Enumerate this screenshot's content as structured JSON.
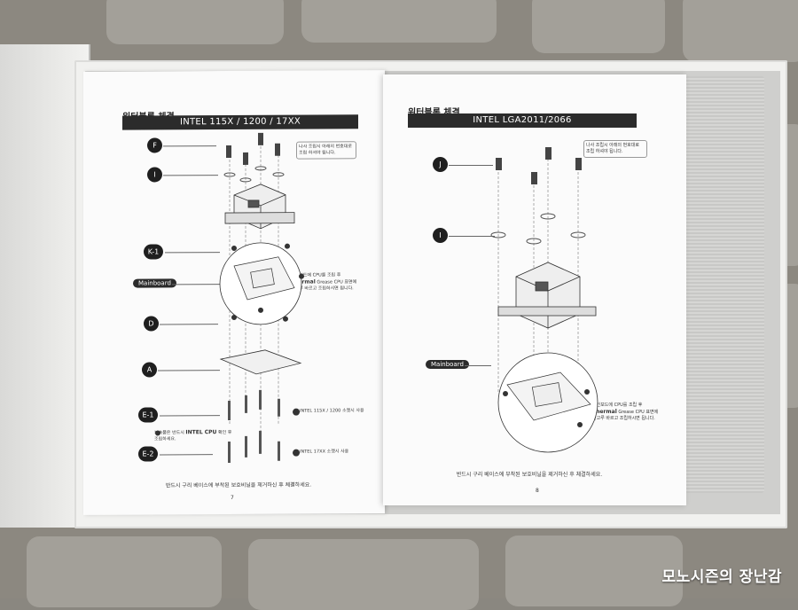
{
  "left_page": {
    "heading": "워터블록 체결",
    "banner": "INTEL 115X / 1200 / 17XX",
    "steps": [
      "F",
      "I",
      "K-1",
      "D",
      "A",
      "E-1",
      "E-2"
    ],
    "mainboard_tag": "Mainboard",
    "note_thermal_pre": "메인보드에 CPU를 조립 후",
    "note_thermal_bold": "Thermal",
    "note_thermal_post": "Grease CPU 표면에 골고루 바르고 조립하시면 됩니다.",
    "note_e1": "INTEL 115X / 1200 소켓시 사용",
    "note_e2": "INTEL 17XX 소켓시 사용",
    "note_cpu_pre": "부속품은 반드시",
    "note_cpu_bold": "INTEL CPU",
    "note_cpu_post": "확인 후 조립하세요.",
    "order_note": "나사 조립시 아래의 번호대로 조립 하셔야 됩니다.",
    "footer": "반드시 구리 베이스에 부착된 보호비닐을 제거하신 후 체결하세요.",
    "page_number": "7"
  },
  "right_page": {
    "heading": "워터블록 체결",
    "banner": "INTEL LGA2011/2066",
    "steps": [
      "J",
      "I"
    ],
    "mainboard_tag": "Mainboard",
    "order_note": "나사 조립시 아래의 번호대로 조립 하셔야 됩니다.",
    "note_thermal_pre": "메인보드에 CPU를 조립 후",
    "note_thermal_bold": "Thermal",
    "note_thermal_post": "Grease CPU 표면에 골고루 바르고 조립하시면 됩니다.",
    "footer": "반드시 구리 베이스에 부착된 보호비닐을 제거하신 후 체결하세요.",
    "page_number": "8"
  },
  "watermark": "모노시즌의 장난감"
}
